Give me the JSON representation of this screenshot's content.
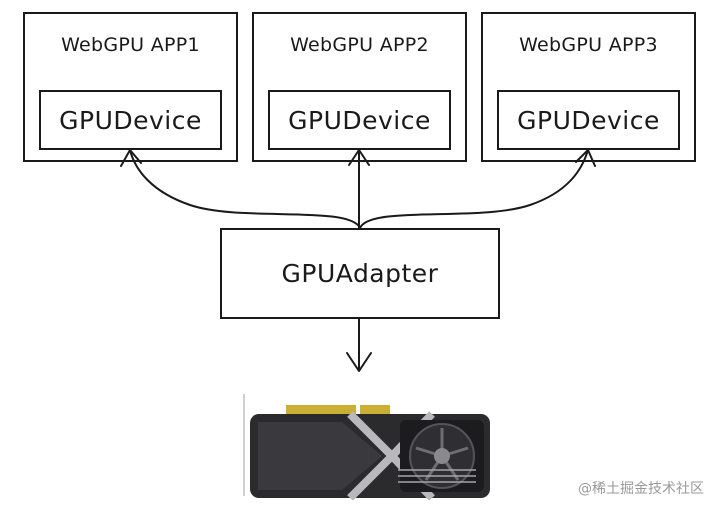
{
  "apps": [
    {
      "title": "WebGPU APP1",
      "device_label": "GPUDevice"
    },
    {
      "title": "WebGPU APP2",
      "device_label": "GPUDevice"
    },
    {
      "title": "WebGPU APP3",
      "device_label": "GPUDevice"
    }
  ],
  "adapter": {
    "label": "GPUAdapter"
  },
  "hardware": {
    "icon": "graphics-card-icon"
  },
  "watermark": {
    "text": "@稀土掘金技术社区"
  },
  "colors": {
    "stroke": "#1a1a1a",
    "background": "#ffffff",
    "watermark": "#9a9a9a"
  }
}
